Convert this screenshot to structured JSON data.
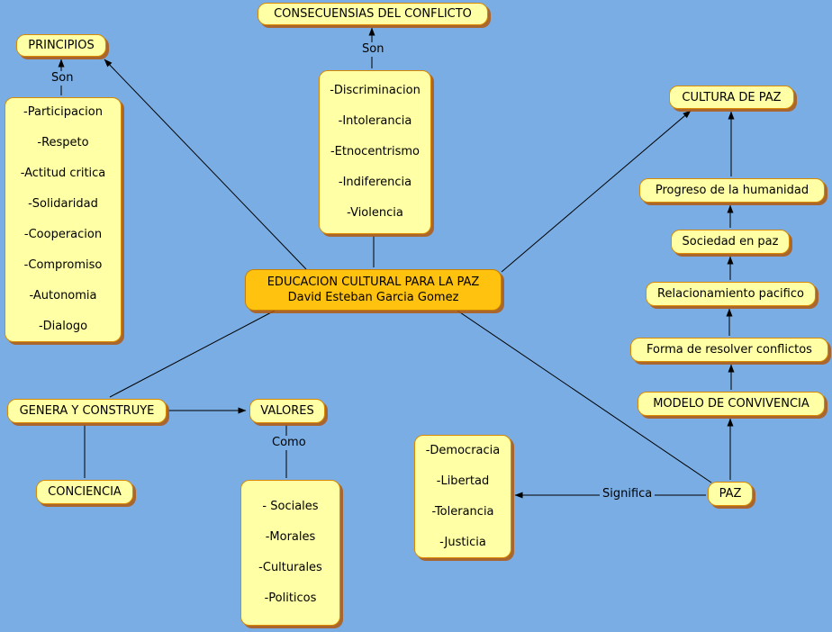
{
  "canvas": {
    "background_color": "#79ade4",
    "node_fill_color": "#ffffa6",
    "node_border_color": "#d98a00",
    "center_node_fill_color": "#ffc20e",
    "shadow_color": "#b2590f"
  },
  "center": {
    "title": "EDUCACION CULTURAL PARA LA PAZ",
    "author": "David Esteban Garcia Gomez"
  },
  "nodes": {
    "consequences": "CONSECUENSIAS DEL CONFLICTO",
    "principios": "PRINCIPIOS",
    "cultura": "CULTURA DE PAZ",
    "progreso": "Progreso de la humanidad",
    "sociedad": "Sociedad en paz",
    "relacionamiento": "Relacionamiento pacifico",
    "forma": "Forma de resolver conflictos",
    "modelo": "MODELO DE CONVIVENCIA",
    "paz": "PAZ",
    "genera": "GENERA Y CONSTRUYE",
    "conciencia": "CONCIENCIA",
    "valores": "VALORES"
  },
  "lists": {
    "principles": [
      "-Participacion",
      "-Respeto",
      "-Actitud critica",
      "-Solidaridad",
      "-Cooperacion",
      "-Compromiso",
      "-Autonomia",
      "-Dialogo"
    ],
    "conflict_consequences": [
      "-Discriminacion",
      "-Intolerancia",
      "-Etnocentrismo",
      "-Indiferencia",
      "-Violencia"
    ],
    "values": [
      "- Sociales",
      "-Morales",
      "-Culturales",
      "-Politicos"
    ],
    "paz_meanings": [
      "-Democracia",
      "-Libertad",
      "-Tolerancia",
      "-Justicia"
    ]
  },
  "link_labels": {
    "son_principios": "Son",
    "son_consequences": "Son",
    "como": "Como",
    "significa": "Significa"
  }
}
